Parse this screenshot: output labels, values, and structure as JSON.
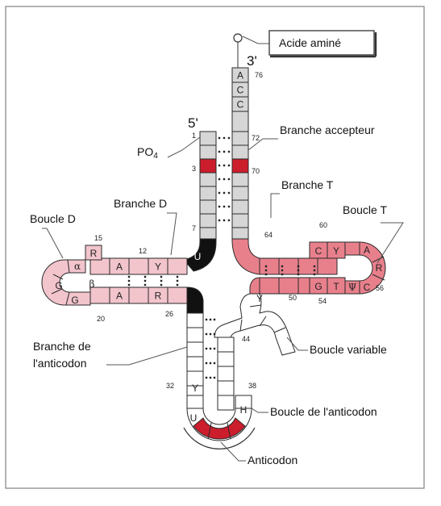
{
  "title_labels": {
    "acide_amine": "Acide aminé",
    "branche_accepteur": "Branche accepteur",
    "branche_t": "Branche T",
    "boucle_t": "Boucle  T",
    "branche_d": "Branche D",
    "boucle_d": "Boucle D",
    "po4": "PO",
    "po4_sub": "4",
    "five_prime": "5'",
    "three_prime": "3'",
    "boucle_variable": "Boucle variable",
    "branche_anticodon_1": "Branche de",
    "branche_anticodon_2": "l'anticodon",
    "boucle_anticodon": "Boucle de l'anticodon",
    "anticodon": "Anticodon"
  },
  "positions": {
    "p1": "1",
    "p3": "3",
    "p7": "7",
    "p12": "12",
    "p15": "15",
    "p20": "20",
    "p26": "26",
    "p32": "32",
    "p38": "38",
    "p44": "44",
    "p50": "50",
    "p54": "54",
    "p56": "56",
    "p60": "60",
    "p64": "64",
    "p70": "70",
    "p72": "72",
    "p76": "76"
  },
  "bases": {
    "acc_a": "A",
    "acc_c1": "C",
    "acc_c2": "C",
    "u8": "U",
    "d_r": "R",
    "d_a": "A",
    "d_y": "Y",
    "d_alpha": "α",
    "d_g1": "G",
    "d_g2": "G",
    "d_beta": "β",
    "d_a2": "A",
    "d_r2": "R",
    "t_c": "C",
    "t_y": "Y",
    "t_a": "A",
    "t_r": "R",
    "t_c2": "C",
    "t_psi": "Ψ",
    "t_t": "T",
    "t_g": "G",
    "v_y": "Y",
    "ac_y": "Y",
    "ac_u": "U",
    "ac_h": "H"
  },
  "colors": {
    "stem_grey": "#d6d6d6",
    "pink": "#f2c4cc",
    "salmon": "#e8808c",
    "red": "#cc1d2c",
    "black": "#111111",
    "white": "#ffffff"
  }
}
